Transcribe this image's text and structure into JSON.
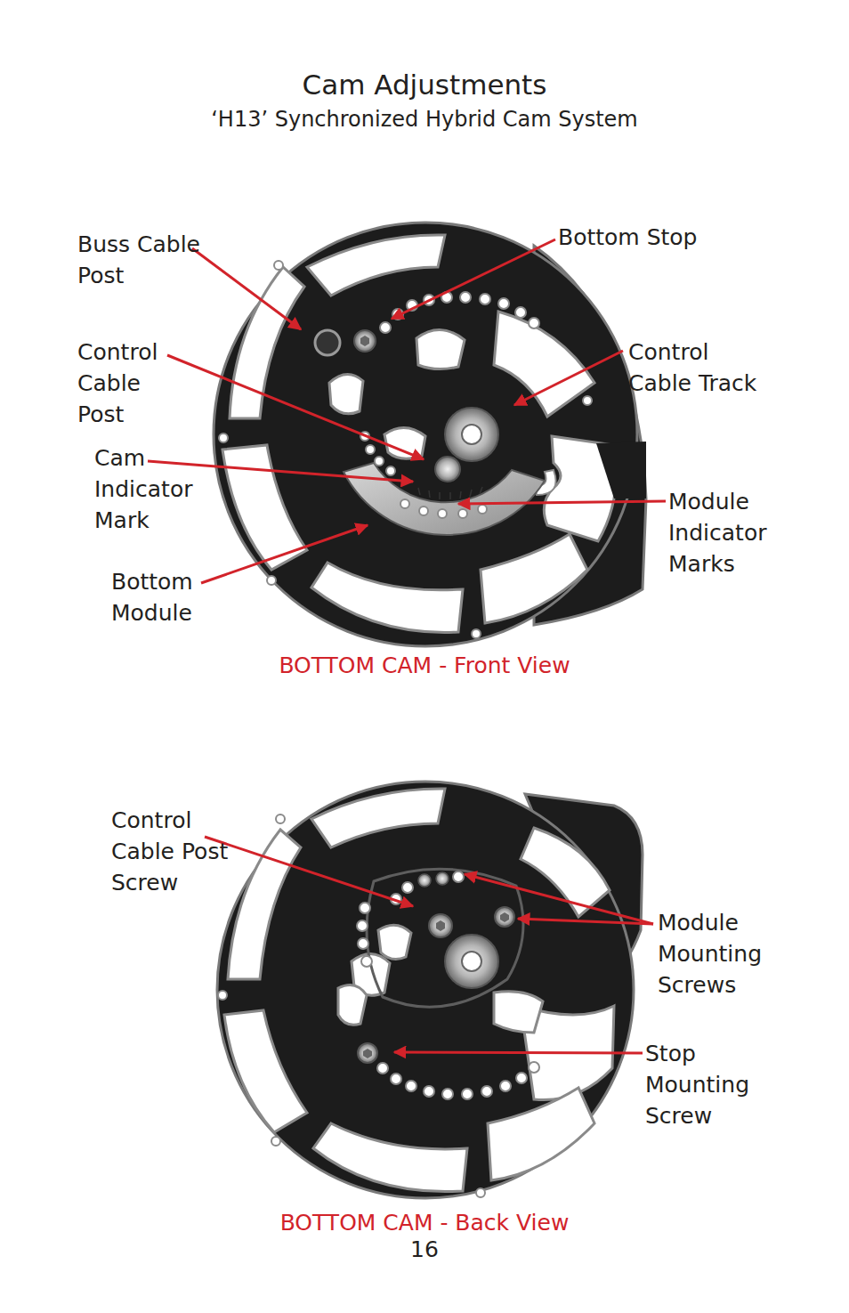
{
  "diagram": {
    "title": "Cam Adjustments",
    "labels": [
      "‘H13’ Synchronized Hybrid Cam System",
      "Buss Cable Post",
      "Bottom Stop",
      "Control Cable Post",
      "Control Cable Track",
      "Cam Indicator Mark",
      "Module Indicator Marks",
      "Bottom Module",
      "BOTTOM CAM - Front View",
      "Control Cable Post Screw",
      "Module Mounting Screws",
      "Stop Mounting Screw",
      "BOTTOM CAM - Back View",
      "16"
    ]
  }
}
